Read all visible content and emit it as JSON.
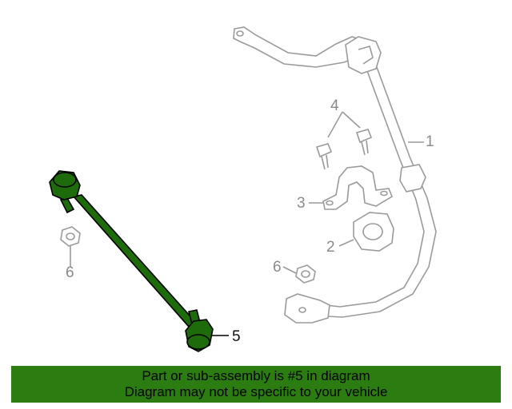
{
  "callouts": {
    "c1": "1",
    "c2": "2",
    "c3": "3",
    "c4": "4",
    "c5": "5",
    "c6a": "6",
    "c6b": "6"
  },
  "highlighted_part": "5",
  "colors": {
    "highlight": "#1e6b0b",
    "banner": "#2b7d12",
    "outline": "#9a9a9a"
  },
  "banner": {
    "line1": "Part or sub-assembly is #5 in diagram",
    "line2": "Diagram may not be specific to your vehicle"
  }
}
